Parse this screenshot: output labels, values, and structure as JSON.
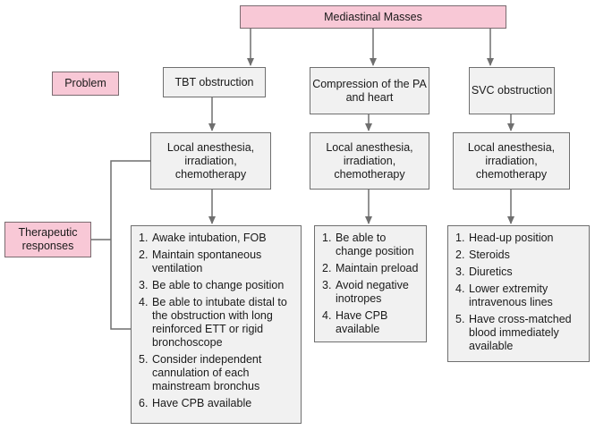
{
  "top": {
    "title": "Mediastinal Masses"
  },
  "labels": {
    "problem": "Problem",
    "therapeutic": "Therapeutic responses"
  },
  "columns": [
    {
      "problem": "TBT obstruction",
      "treatment": "Local anesthesia, irradiation, chemotherapy",
      "responses": [
        "Awake intubation, FOB",
        "Maintain spontaneous ventilation",
        "Be able to change position",
        "Be able to intubate distal to the obstruction with long reinforced ETT or rigid bronchoscope",
        "Consider independent cannulation of each mainstream bronchus",
        "Have CPB available"
      ]
    },
    {
      "problem": "Compression of the PA and heart",
      "treatment": "Local anesthesia, irradiation, chemotherapy",
      "responses": [
        "Be able to change position",
        "Maintain preload",
        "Avoid negative inotropes",
        "Have CPB available"
      ]
    },
    {
      "problem": "SVC obstruction",
      "treatment": "Local anesthesia, irradiation, chemotherapy",
      "responses": [
        "Head-up position",
        "Steroids",
        "Diuretics",
        "Lower extremity intravenous lines",
        "Have cross-matched blood immediately available"
      ]
    }
  ]
}
